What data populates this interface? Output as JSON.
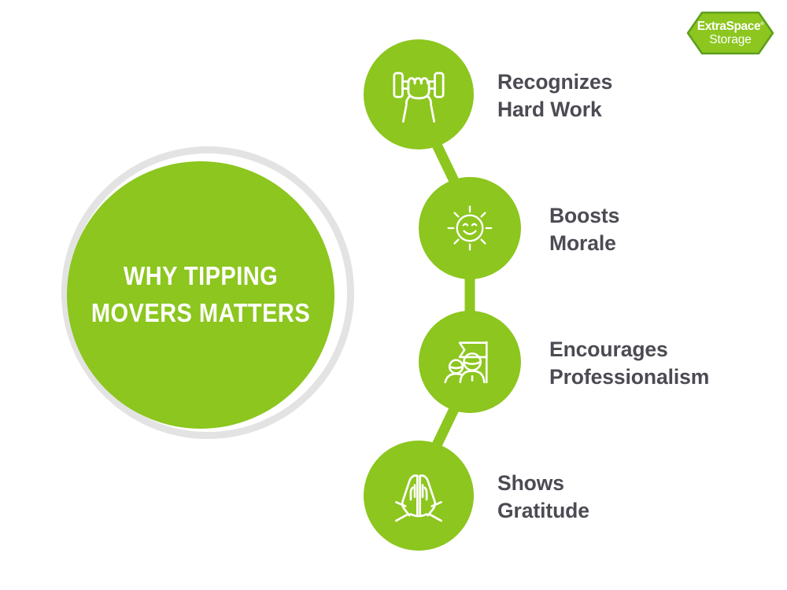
{
  "brand": {
    "logo_line1": "ExtraSpace",
    "logo_registered": "®",
    "logo_line2": "Storage",
    "green": "#8cc61e",
    "ring_gray": "#e3e3e3",
    "text_gray": "#4b4b53"
  },
  "title": {
    "line1": "WHY TIPPING",
    "line2": "MOVERS MATTERS"
  },
  "items": [
    {
      "icon": "hand-dumbbell-icon",
      "label_line1": "Recognizes",
      "label_line2": "Hard Work"
    },
    {
      "icon": "smiling-sun-icon",
      "label_line1": "Boosts",
      "label_line2": "Morale"
    },
    {
      "icon": "people-flag-icon",
      "label_line1": "Encourages",
      "label_line2": "Professionalism"
    },
    {
      "icon": "praying-hands-icon",
      "label_line1": "Shows",
      "label_line2": "Gratitude"
    }
  ]
}
